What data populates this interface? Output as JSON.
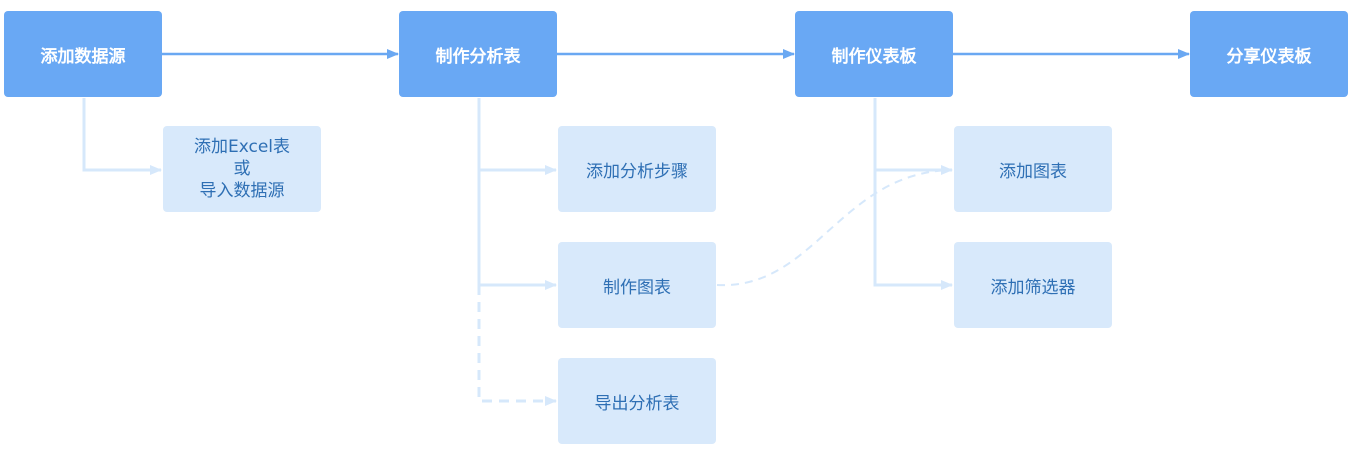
{
  "colors": {
    "primary_fill": "#69a8f4",
    "primary_text": "#ffffff",
    "secondary_fill": "#d8e9fb",
    "secondary_text": "#2e6fb4",
    "main_arrow": "#6aa8f2",
    "branch_arrow": "#d6e8fb"
  },
  "steps": [
    {
      "label": "添加数据源"
    },
    {
      "label": "制作分析表"
    },
    {
      "label": "制作仪表板"
    },
    {
      "label": "分享仪表板"
    }
  ],
  "substeps": {
    "data_source": {
      "line1": "添加Excel表",
      "line2": "或",
      "line3": "导入数据源"
    },
    "analysis": [
      "添加分析步骤",
      "制作图表",
      "导出分析表"
    ],
    "dashboard": [
      "添加图表",
      "添加筛选器"
    ]
  }
}
